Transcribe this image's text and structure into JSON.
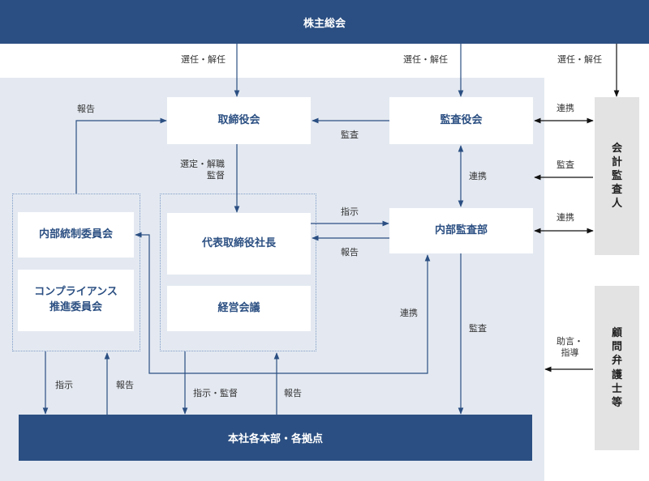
{
  "nodes": {
    "shareholders": "株主総会",
    "board": "取締役会",
    "auditors_board": "監査役会",
    "internal_control": "内部統制委員会",
    "compliance": "コンプライアンス\n推進委員会",
    "president": "代表取締役社長",
    "management": "経営会議",
    "internal_audit": "内部監査部",
    "accounting_auditor": "会計監査人",
    "legal_counsel": "顧問弁護士等",
    "headquarters": "本社各本部・各拠点"
  },
  "edge_labels": {
    "elect_board": "選任・解任",
    "elect_auditors": "選任・解任",
    "elect_accountant": "選任・解任",
    "report_to_board": "報告",
    "audit_board": "監査",
    "select_dismiss": "選定・解職\n監督",
    "coop_auditors_accountant": "連携",
    "audit_accountant": "監査",
    "coop_accountant_internal": "連携",
    "coop_auditors_internal": "連携",
    "instruct_internal": "指示",
    "report_internal": "報告",
    "coop_hq": "連携",
    "audit_hq": "監査",
    "advice": "助言・\n指導",
    "instruct_left": "指示",
    "report_left": "報告",
    "instruct_supervise": "指示・監督",
    "report_mid": "報告"
  }
}
